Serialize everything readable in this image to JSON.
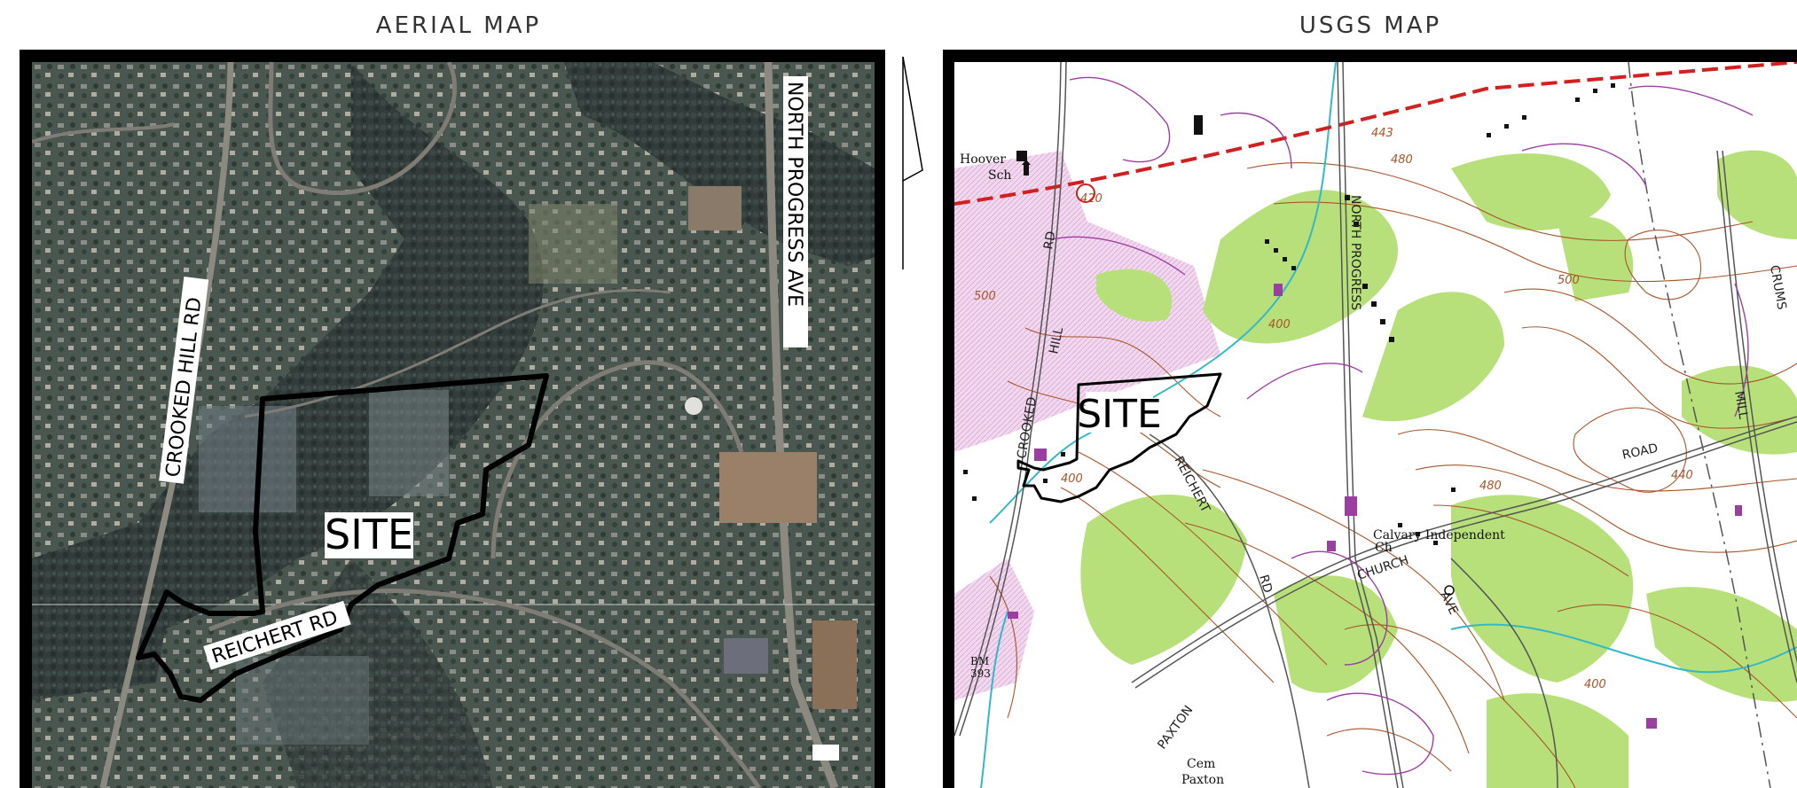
{
  "titles": {
    "aerial": "AERIAL MAP",
    "usgs": "USGS MAP"
  },
  "aerial": {
    "site_label": "SITE",
    "roads": {
      "crooked_hill": "CROOKED HILL RD",
      "north_progress": "NORTH PROGRESS AVE",
      "reichert": "REICHERT RD"
    }
  },
  "usgs": {
    "site_label": "SITE",
    "roads": {
      "crooked": "CROOKED",
      "hill": "HILL",
      "rd_upper": "RD",
      "north_progress": "NORTH PROGRESS",
      "reichert": "REICHERT",
      "rd_lower": "RD",
      "church": "CHURCH",
      "ave": "AVE",
      "paxton": "PAXTON",
      "road": "ROAD",
      "crums": "CRUMS",
      "mill": "MILL"
    },
    "places": {
      "hoover": "Hoover",
      "sch": "Sch",
      "calvary": "Calvary Independent",
      "ch": "Ch",
      "cem": "Cem",
      "paxton": "Paxton",
      "bm": "BM",
      "bm_val": "393"
    },
    "contours": {
      "c443": "443",
      "c480a": "480",
      "c500a": "500",
      "c500b": "500",
      "c400a": "400",
      "c400b": "400",
      "c480b": "480",
      "c440": "440",
      "c400c": "400",
      "c420": "420"
    }
  },
  "colors": {
    "aerial_base": "#3f4a44",
    "forest": "#2f3838",
    "usgs_base": "#ffffff",
    "vegetation": "#b8e07a",
    "urban_tint": "#e8c8e8",
    "contour": "#a8542a",
    "road_purple": "#9a3fa0",
    "water": "#34b8c8",
    "boundary_red": "#d02020"
  }
}
